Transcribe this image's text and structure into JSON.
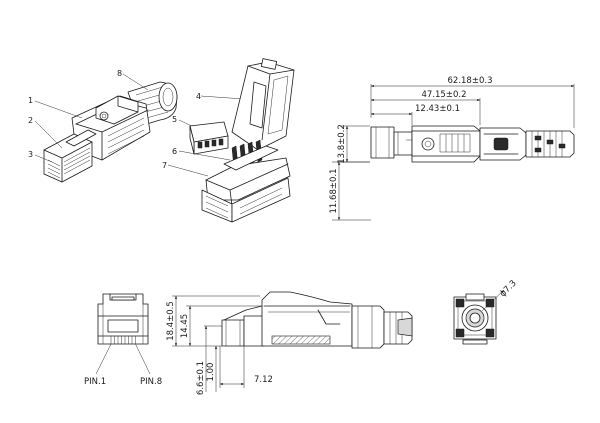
{
  "iso_view": {
    "callouts": [
      "1",
      "2",
      "3",
      "4",
      "5",
      "6",
      "7",
      "8"
    ]
  },
  "side_view": {
    "dimensions": {
      "overall_length": "62.18±0.3",
      "mid_length": "47.15±0.2",
      "front_length": "12.43±0.1",
      "body_height": "13.8±0.2",
      "latch_height": "11.68±0.1"
    }
  },
  "front_view": {
    "pin_left": "PIN.1",
    "pin_right": "PIN.8"
  },
  "profile_view": {
    "dimensions": {
      "total_height": "18.4±0.5",
      "boot_height": "14.45",
      "contact_height": "6.6±0.1",
      "tip_height": "1.00",
      "tip_length": "7.12"
    }
  },
  "rear_view": {
    "cable_diameter": "ϕ7.3"
  }
}
